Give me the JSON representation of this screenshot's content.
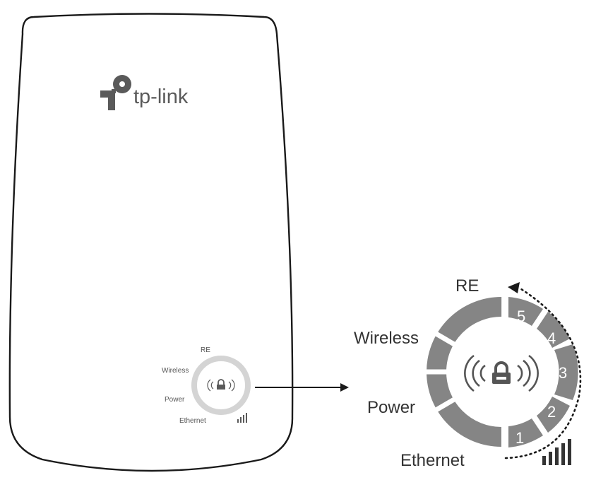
{
  "brand": {
    "name": "tp-link"
  },
  "device_small": {
    "labels": {
      "re": "RE",
      "wireless": "Wireless",
      "power": "Power",
      "ethernet": "Ethernet"
    }
  },
  "device_zoom": {
    "labels": {
      "re": "RE",
      "wireless": "Wireless",
      "power": "Power",
      "ethernet": "Ethernet"
    },
    "signal_segments": [
      "1",
      "2",
      "3",
      "4",
      "5"
    ]
  },
  "icons": [
    "tp-link-logo-icon",
    "wifi-lock-icon",
    "signal-bars-icon",
    "arrow-right-icon",
    "dotted-arc-arrow-icon"
  ],
  "colors": {
    "outline": "#1a1a1a",
    "ring_light": "#d4d4d4",
    "ring_dark": "#858585",
    "logo": "#5a5a5a"
  }
}
